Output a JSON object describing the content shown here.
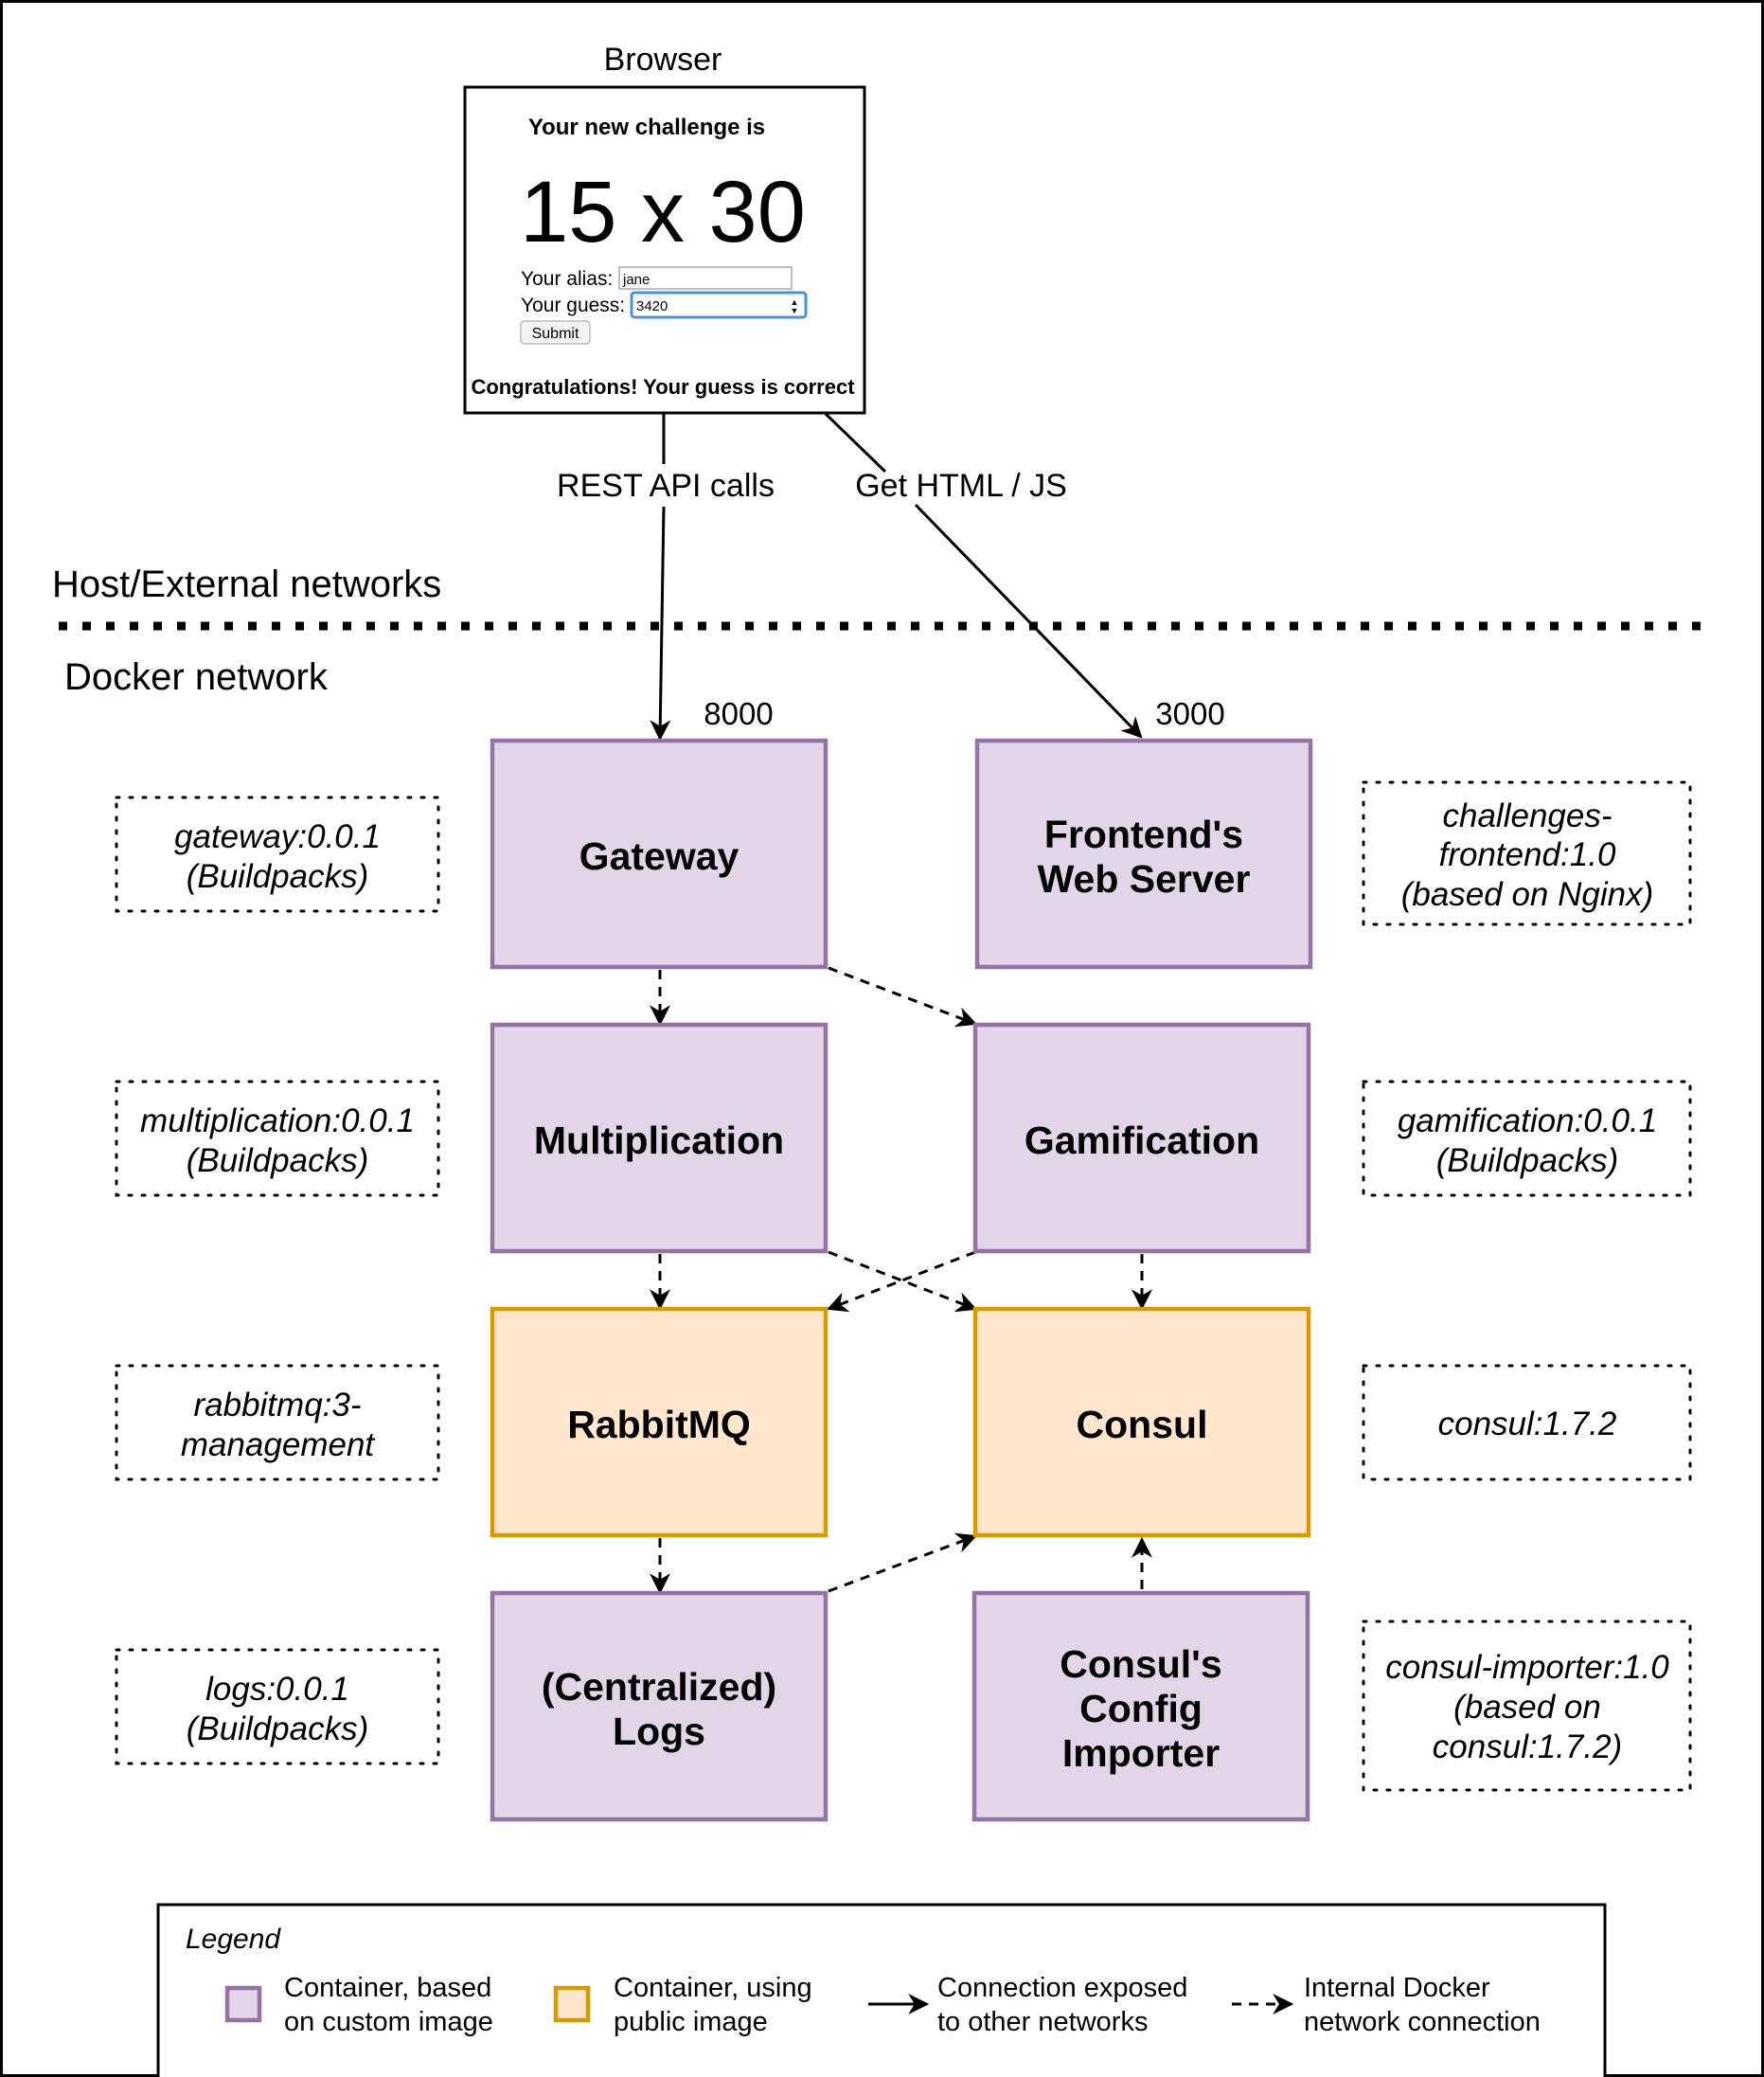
{
  "browser": {
    "title": "Browser",
    "challenge_heading": "Your new challenge is",
    "challenge": "15 x 30",
    "alias_label": "Your alias:",
    "alias_value": "jane",
    "guess_label": "Your guess:",
    "guess_value": "3420",
    "submit_label": "Submit",
    "result_text": "Congratulations! Your guess is correct"
  },
  "edges": {
    "rest_api": "REST API calls",
    "get_html": "Get HTML / JS",
    "port_gateway": "8000",
    "port_frontend": "3000"
  },
  "sections": {
    "host": "Host/External networks",
    "docker": "Docker network"
  },
  "nodes": {
    "gateway": [
      "Gateway"
    ],
    "frontend": [
      "Frontend's",
      "Web Server"
    ],
    "multiplication": [
      "Multiplication"
    ],
    "gamification": [
      "Gamification"
    ],
    "rabbitmq": [
      "RabbitMQ"
    ],
    "consul": [
      "Consul"
    ],
    "logs": [
      "(Centralized)",
      "Logs"
    ],
    "importer": [
      "Consul's",
      "Config",
      "Importer"
    ]
  },
  "notes": {
    "gateway": [
      "gateway:0.0.1",
      "(Buildpacks)"
    ],
    "frontend": [
      "challenges-",
      "frontend:1.0",
      "(based on Nginx)"
    ],
    "multiplication": [
      "multiplication:0.0.1",
      "(Buildpacks)"
    ],
    "gamification": [
      "gamification:0.0.1",
      "(Buildpacks)"
    ],
    "rabbitmq": [
      "rabbitmq:3-",
      "management"
    ],
    "consul": [
      "consul:1.7.2"
    ],
    "logs": [
      "logs:0.0.1",
      "(Buildpacks)"
    ],
    "importer": [
      "consul-importer:1.0",
      "(based on",
      "consul:1.7.2)"
    ]
  },
  "legend": {
    "title": "Legend",
    "custom": [
      "Container, based",
      "on custom image"
    ],
    "public": [
      "Container, using",
      "public image"
    ],
    "exposed": [
      "Connection exposed",
      "to other networks"
    ],
    "internal": [
      "Internal Docker",
      "network connection"
    ]
  },
  "colors": {
    "custom_fill": "#e1d5e7",
    "custom_stroke": "#9673a6",
    "public_fill": "#ffe6cc",
    "public_stroke": "#d79b00"
  }
}
